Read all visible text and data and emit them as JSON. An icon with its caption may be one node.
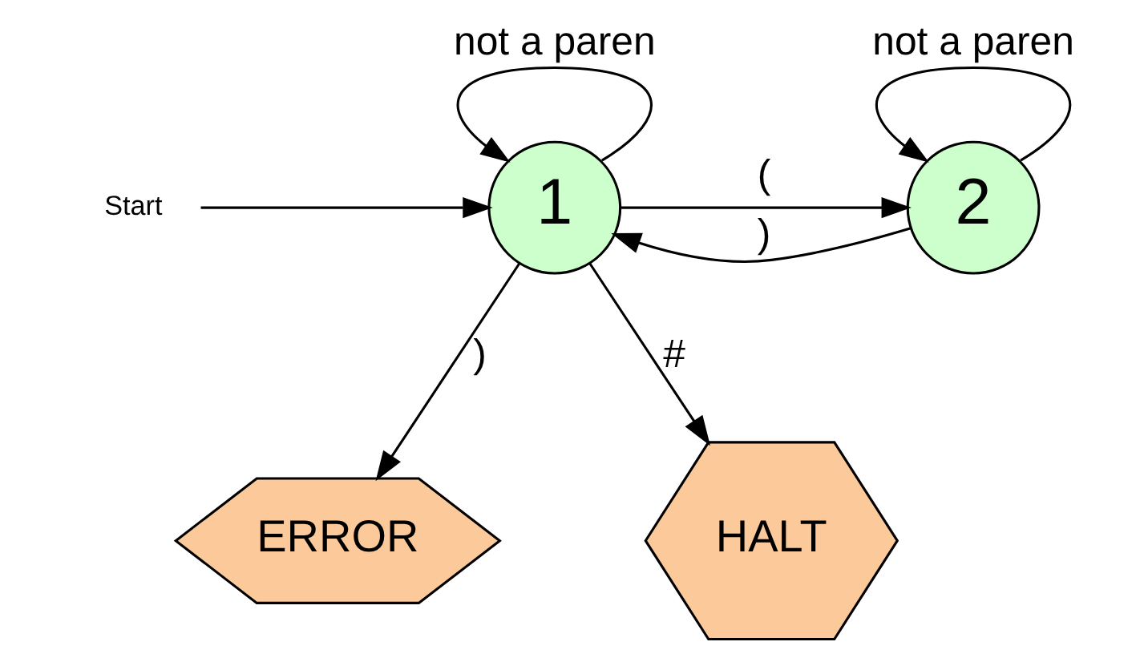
{
  "diagram": {
    "nodes": [
      {
        "text": [
          "Start"
        ]
      },
      {
        "text": [
          "1"
        ]
      },
      {
        "text": [
          "2"
        ]
      },
      {
        "text": [
          "ERROR"
        ]
      },
      {
        "text": [
          "HALT"
        ]
      }
    ],
    "edges": [
      {
        "from": 0,
        "to": 1,
        "arrow": "to"
      },
      {
        "from": 1,
        "to": 1,
        "arrow": "to",
        "label": "not a paren"
      },
      {
        "from": 1,
        "to": 2,
        "arrow": "to",
        "label": "("
      },
      {
        "from": 2,
        "to": 2,
        "arrow": "to",
        "label": "not a paren"
      },
      {
        "from": 2,
        "to": 1,
        "arrow": "to",
        "label": ")"
      },
      {
        "from": 1,
        "to": 3,
        "arrow": "to",
        "label": ")"
      },
      {
        "from": 1,
        "to": 4,
        "arrow": "to",
        "label": "#"
      }
    ]
  }
}
